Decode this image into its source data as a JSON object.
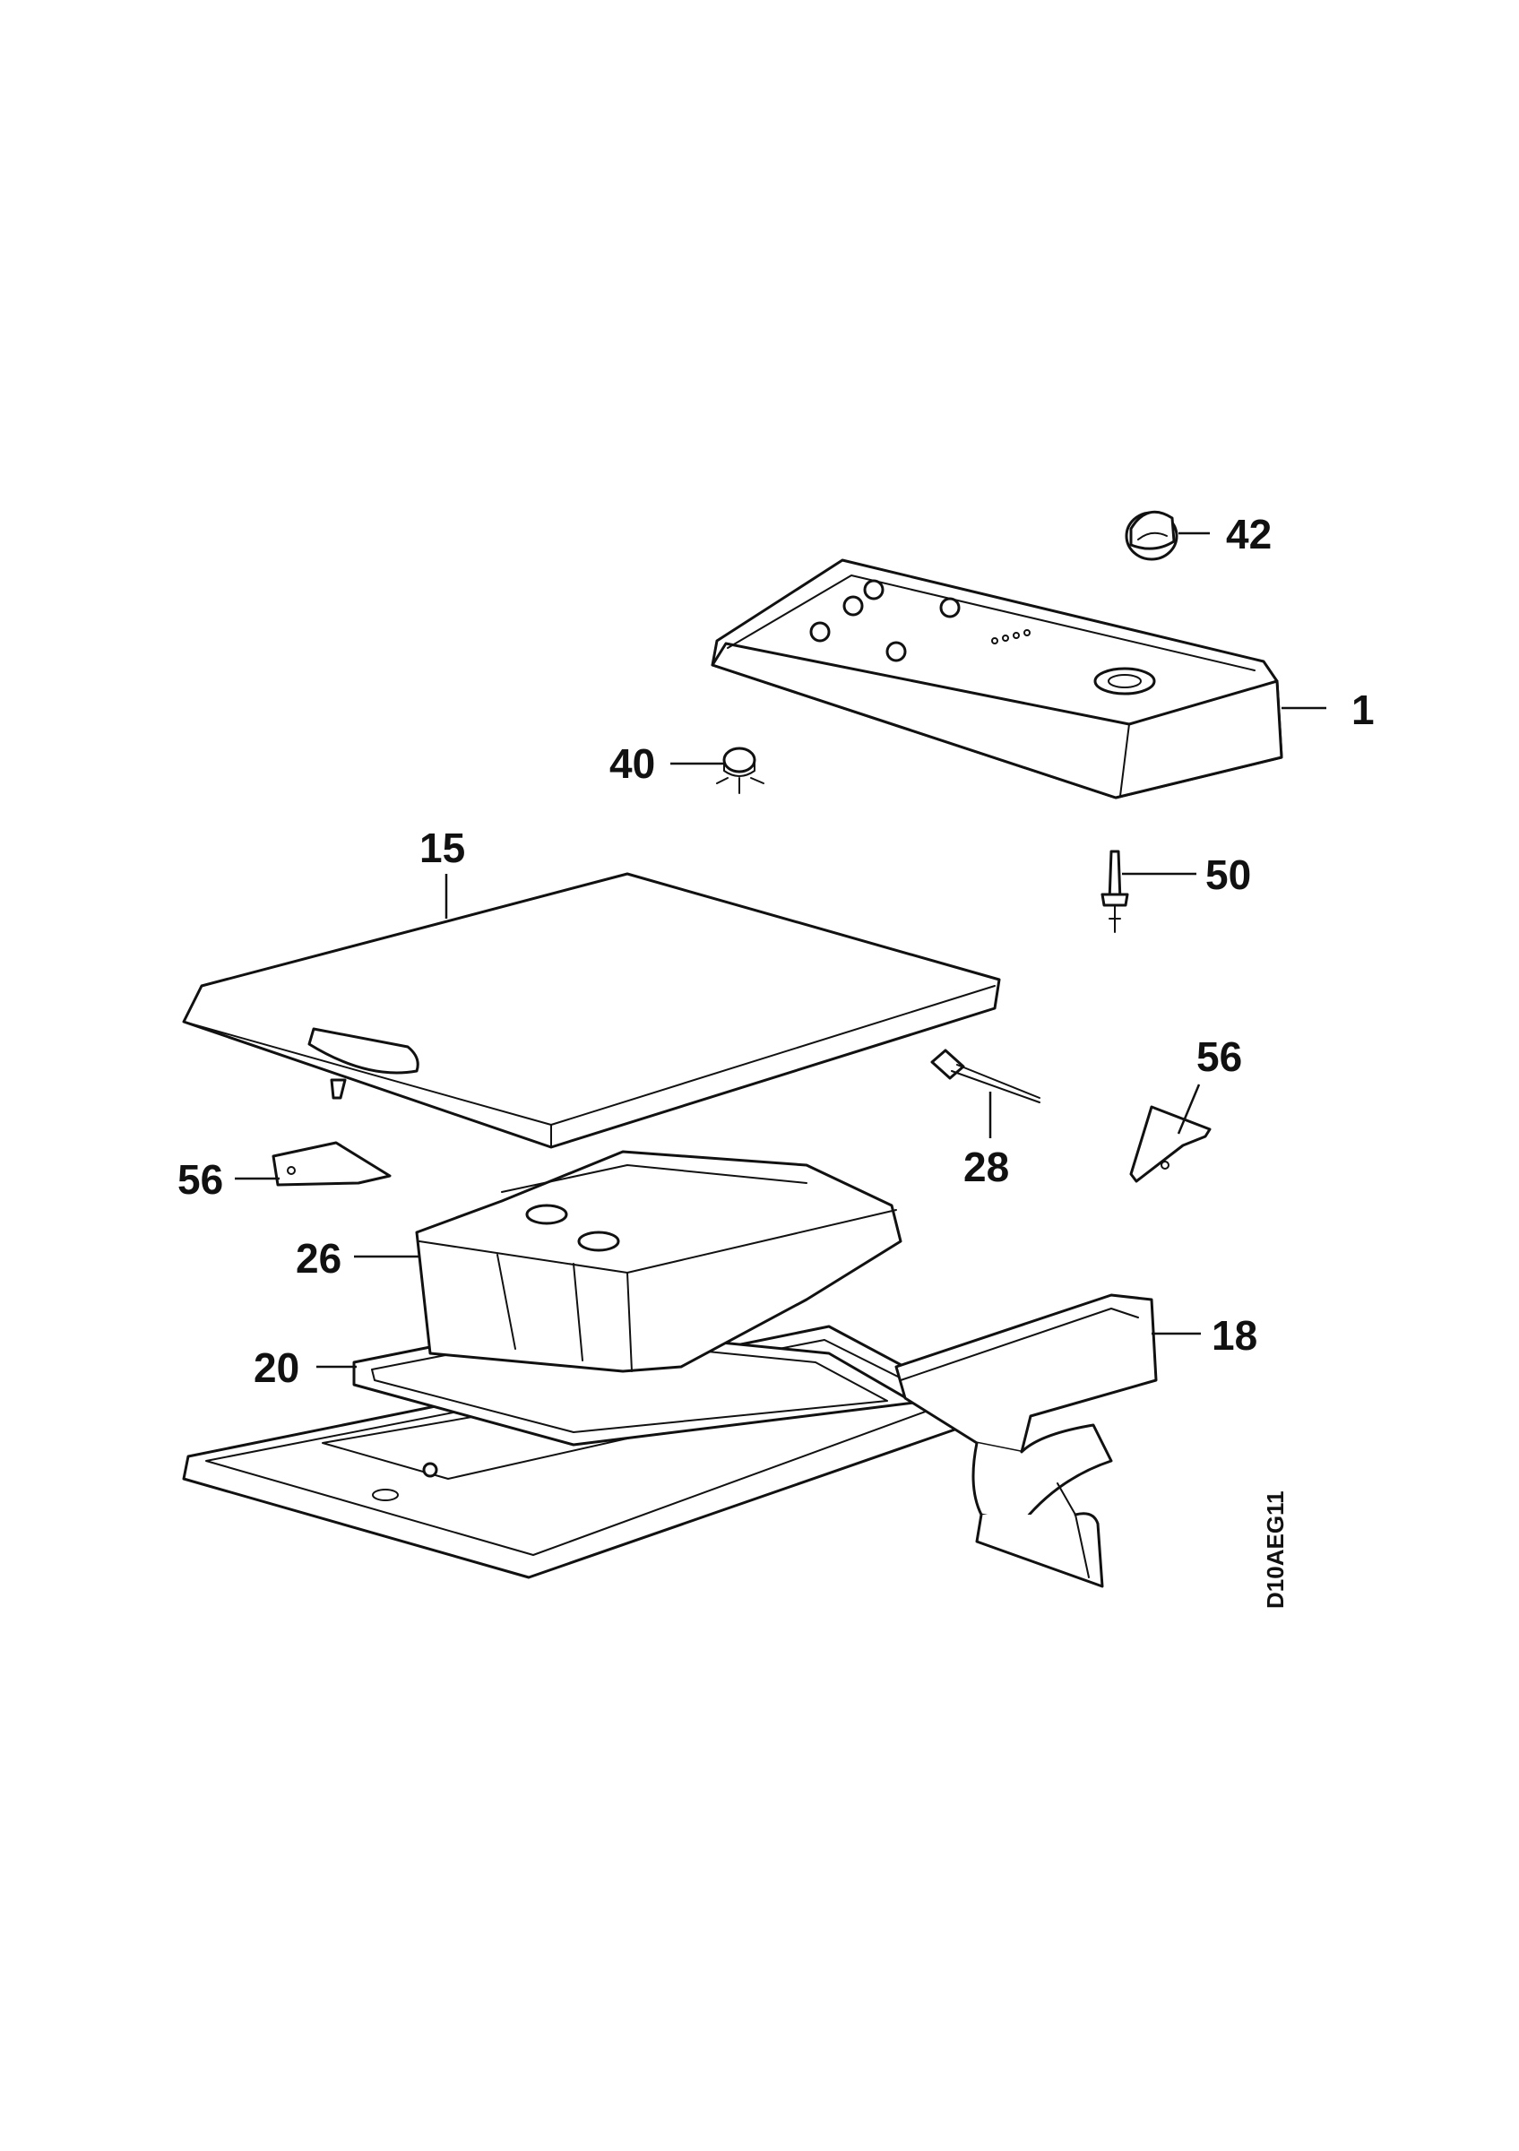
{
  "diagram": {
    "callouts": {
      "c42": "42",
      "c1": "1",
      "c40": "40",
      "c15": "15",
      "c50": "50",
      "c56a": "56",
      "c28": "28",
      "c56b": "56",
      "c26": "26",
      "c18": "18",
      "c20": "20"
    },
    "drawing_code": "D10AEG11"
  }
}
